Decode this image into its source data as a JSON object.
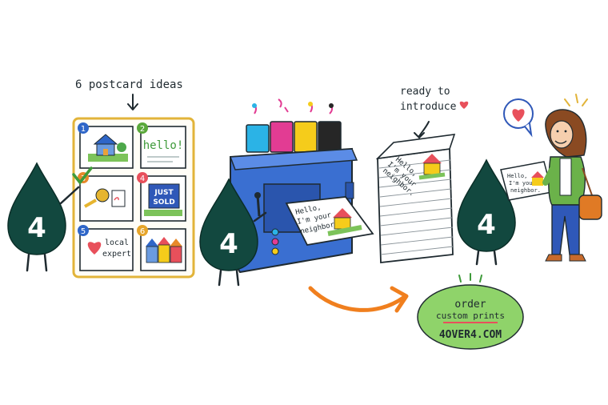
{
  "labels": {
    "ideas": "6 postcard ideas",
    "ready_line1": "ready to",
    "ready_line2": "introduce"
  },
  "idea_cards": [
    {
      "number": "1",
      "theme": "house"
    },
    {
      "number": "2",
      "text": "hello!"
    },
    {
      "number": "3",
      "theme": "keys"
    },
    {
      "number": "4",
      "line1": "JUST",
      "line2": "SOLD"
    },
    {
      "number": "5",
      "line1": "local",
      "line2": "expert"
    },
    {
      "number": "6",
      "theme": "row-houses"
    }
  ],
  "mascot_digit": "4",
  "postcard": {
    "line1": "Hello,",
    "line2": "I'm your",
    "line3": "neighbor."
  },
  "cta": {
    "line1": "order",
    "line2": "custom prints",
    "line3": "4OVER4.COM"
  },
  "colors": {
    "mascot": "#12483f",
    "printer": "#3a6fd1",
    "frame": "#e2b43a",
    "cta_bubble": "#8fd36a",
    "arrow": "#f07f1e",
    "heart": "#e8505b",
    "ink_cyan": "#2bb3e6",
    "ink_magenta": "#e23c93",
    "ink_yellow": "#f5cc1b",
    "ink_black": "#262626"
  }
}
